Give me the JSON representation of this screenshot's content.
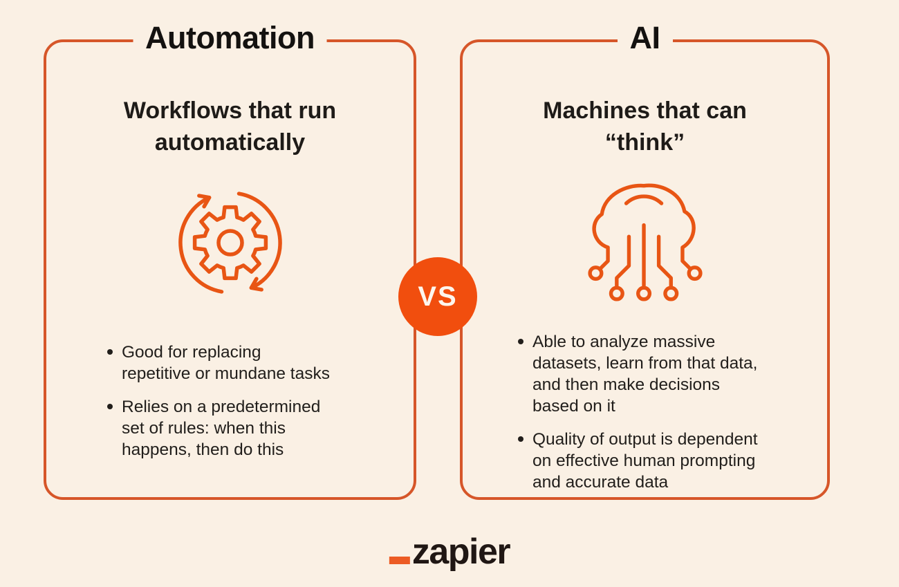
{
  "colors": {
    "background": "#FAF0E4",
    "panel_border_orange": "#D65629",
    "icon_orange": "#E85514",
    "vs_badge_orange": "#F14E0E",
    "logo_underscore_orange": "#EC5B24",
    "text_dark": "#1E1B18"
  },
  "left_panel": {
    "title": "Automation",
    "heading": "Workflows that run\nautomatically",
    "icon": "gear-sync-icon",
    "bullets": [
      "Good for replacing\nrepetitive or mundane tasks",
      "Relies on a predetermined\nset of rules: when this\nhappens, then do this"
    ]
  },
  "right_panel": {
    "title": "AI",
    "heading": "Machines that can\n“think”",
    "icon": "ai-cloud-circuit-icon",
    "bullets": [
      "Able to analyze massive\ndatasets, learn from that data,\nand then make decisions\nbased on it",
      "Quality of output is dependent\non effective human prompting\nand accurate data"
    ]
  },
  "divider": {
    "label": "VS"
  },
  "footer": {
    "brand": "zapier"
  }
}
